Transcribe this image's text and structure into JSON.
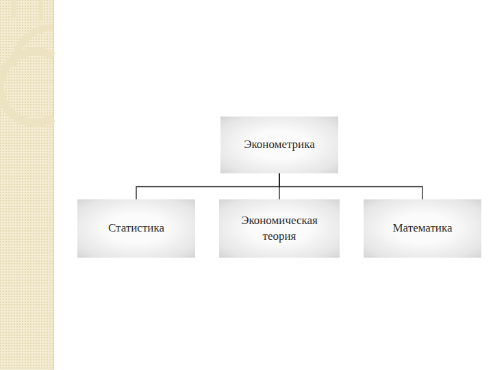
{
  "diagram": {
    "nodes": [
      {
        "text": [
          "Эконометрика"
        ]
      },
      {
        "text": [
          "Статистика"
        ]
      },
      {
        "text": [
          "Экономическая теория"
        ]
      },
      {
        "text": [
          "Математика"
        ]
      }
    ],
    "edges": [
      {
        "from": 0,
        "to": 1,
        "arrow": "none"
      },
      {
        "from": 0,
        "to": 2,
        "arrow": "none"
      },
      {
        "from": 0,
        "to": 3,
        "arrow": "none"
      }
    ]
  }
}
